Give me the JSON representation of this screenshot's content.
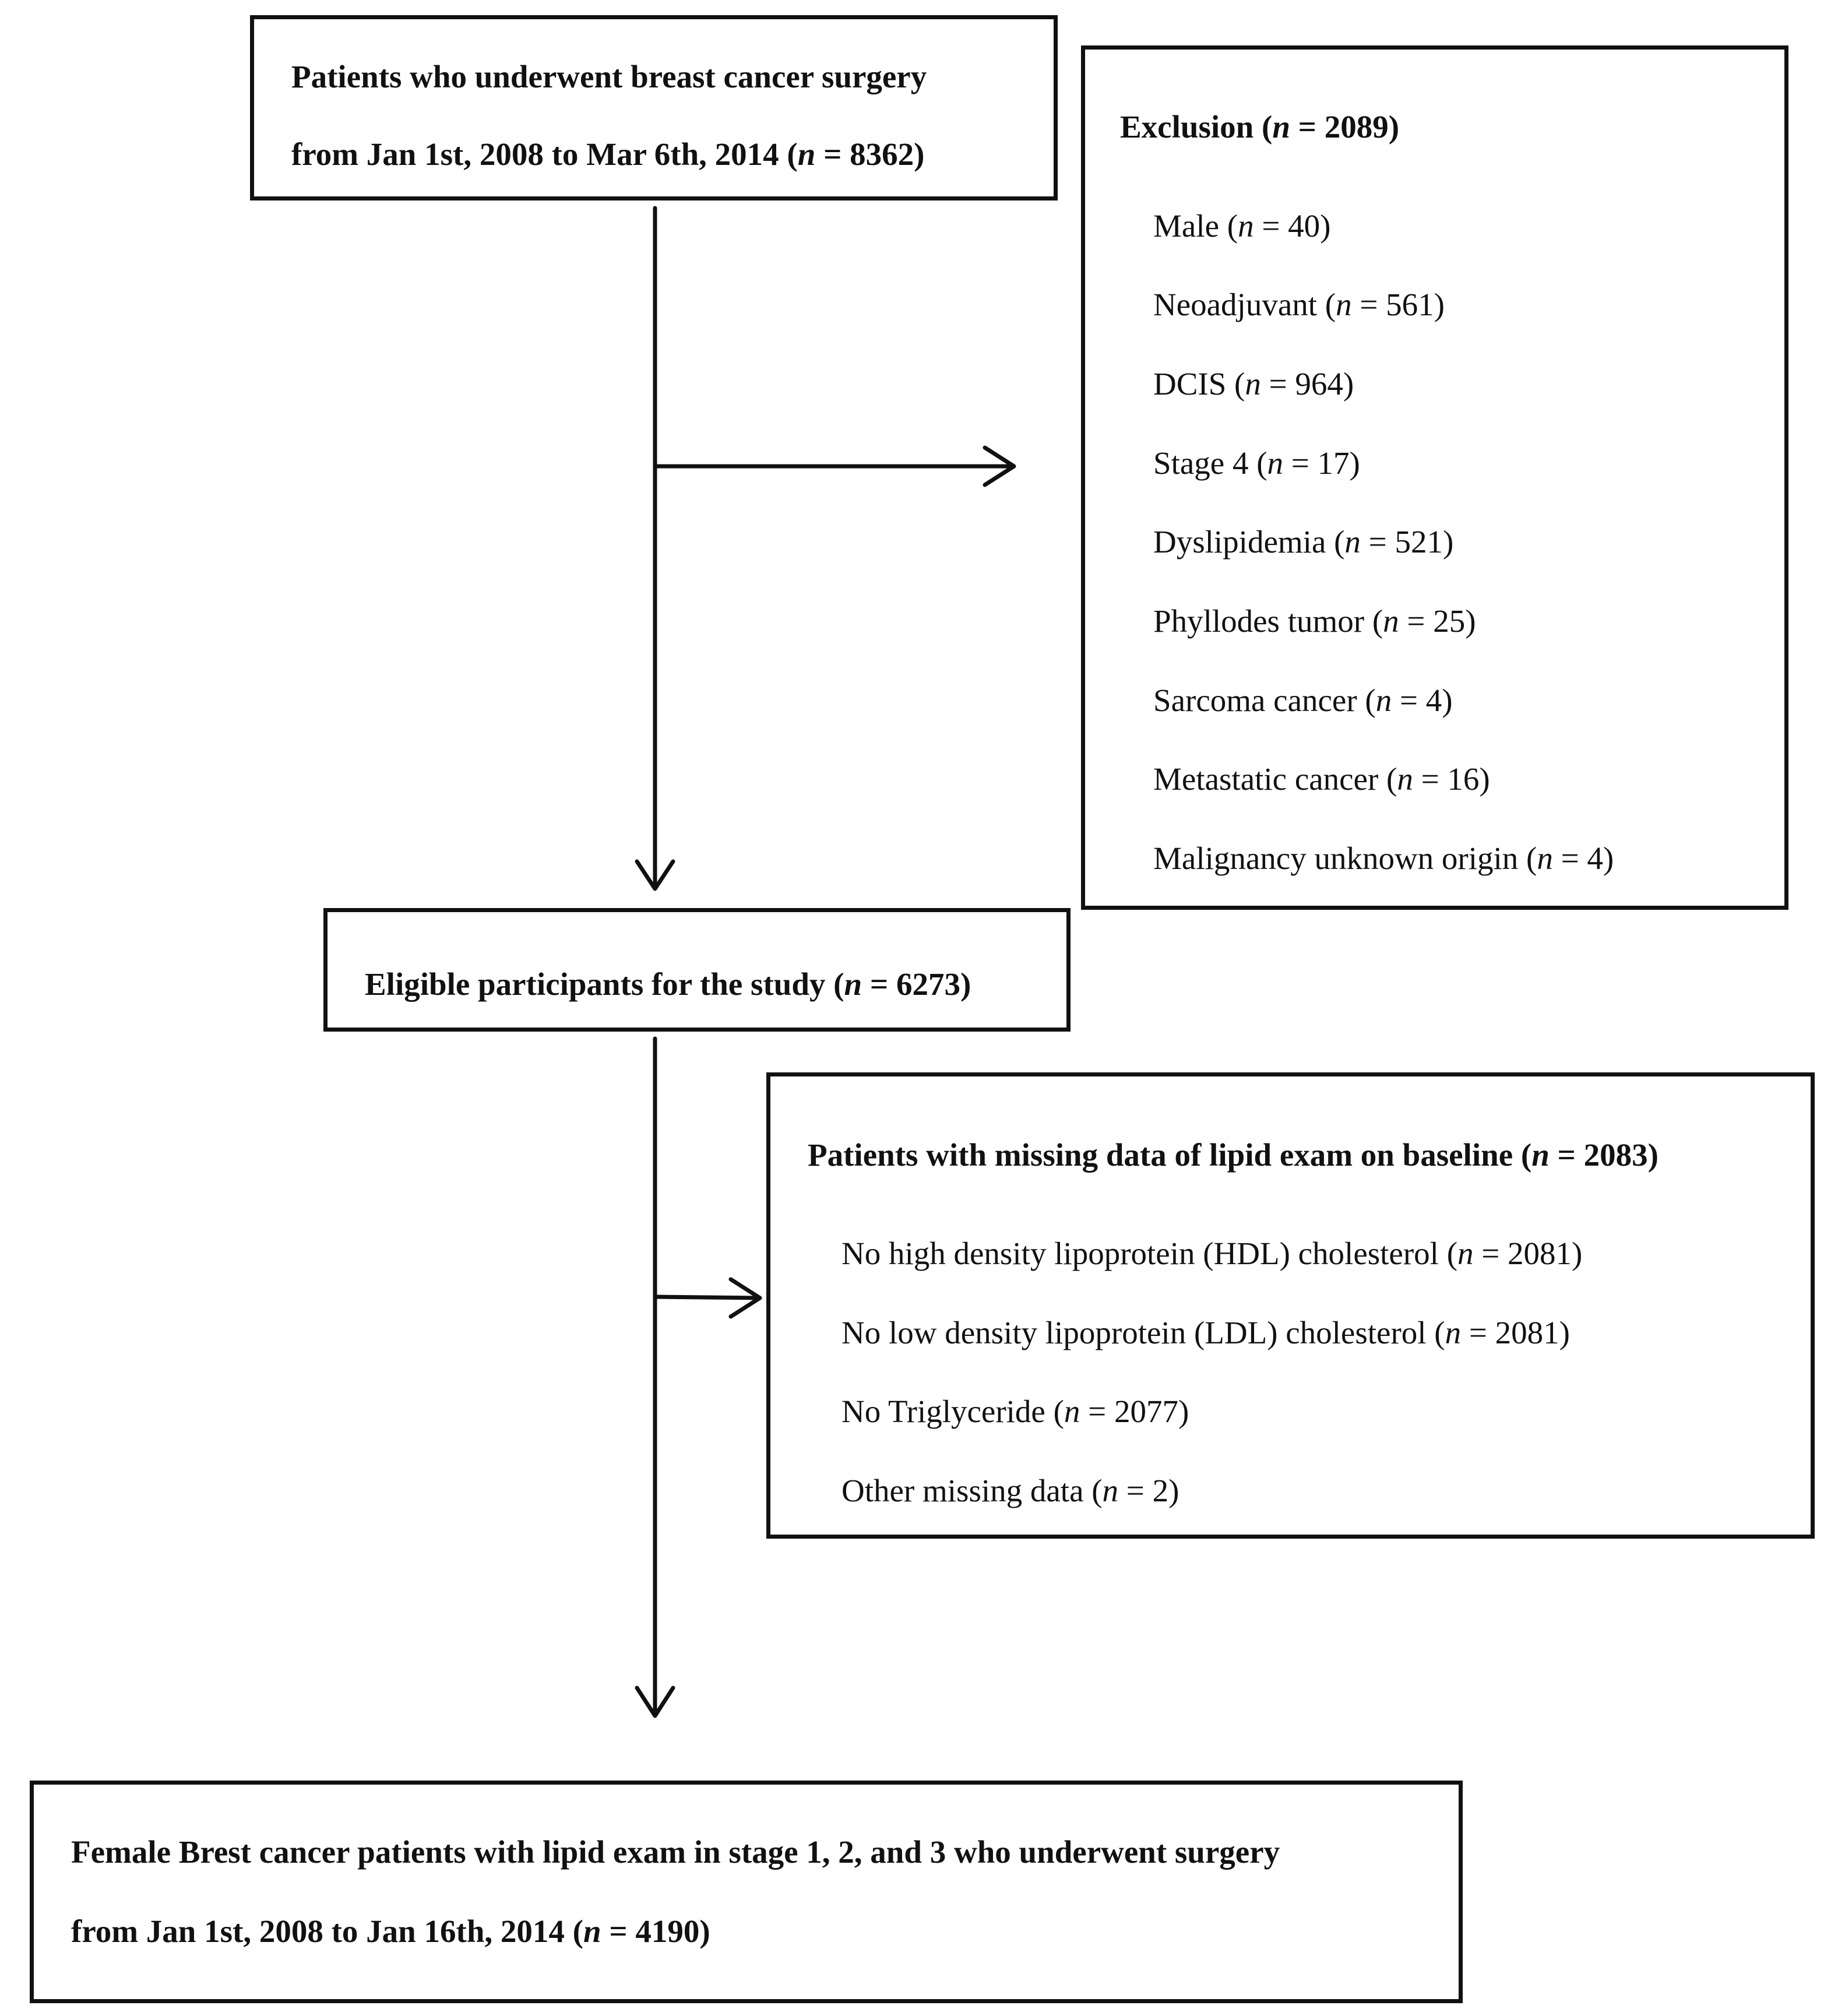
{
  "boxes": {
    "source": {
      "lines": [
        {
          "text": "Patients who underwent breast cancer surgery"
        },
        {
          "pre": "from Jan 1st, 2008 to Mar 6th, 2014 (",
          "n": "n",
          "post": " = 8362)"
        }
      ]
    },
    "exclusion": {
      "title": {
        "pre": "Exclusion (",
        "n": "n",
        "post": " = 2089)"
      },
      "items": [
        {
          "pre": "Male (",
          "n": "n",
          "post": " = 40)"
        },
        {
          "pre": "Neoadjuvant (",
          "n": "n",
          "post": " = 561)"
        },
        {
          "pre": "DCIS (",
          "n": "n",
          "post": " = 964)"
        },
        {
          "pre": "Stage 4 (",
          "n": "n",
          "post": " = 17)"
        },
        {
          "pre": "Dyslipidemia (",
          "n": "n",
          "post": " = 521)"
        },
        {
          "pre": "Phyllodes tumor (",
          "n": "n",
          "post": " = 25)"
        },
        {
          "pre": "Sarcoma cancer (",
          "n": "n",
          "post": " = 4)"
        },
        {
          "pre": "Metastatic cancer (",
          "n": "n",
          "post": " = 16)"
        },
        {
          "pre": "Malignancy unknown origin (",
          "n": "n",
          "post": " = 4)"
        }
      ]
    },
    "eligible": {
      "line": {
        "pre": "Eligible participants for the study (",
        "n": "n",
        "post": " = 6273)"
      }
    },
    "missing": {
      "title": {
        "pre": "Patients with missing data of lipid exam on baseline (",
        "n": "n",
        "post": " = 2083)"
      },
      "items": [
        {
          "pre": "No high density lipoprotein (HDL) cholesterol (",
          "n": "n",
          "post": " = 2081)"
        },
        {
          "pre": "No low density lipoprotein (LDL) cholesterol (",
          "n": "n",
          "post": " = 2081)"
        },
        {
          "pre": "No Triglyceride (",
          "n": "n",
          "post": " = 2077)"
        },
        {
          "pre": "Other missing data (",
          "n": "n",
          "post": " = 2)"
        }
      ]
    },
    "final": {
      "lines": [
        {
          "text": "Female Brest cancer patients with lipid exam in stage 1, 2, and 3 who underwent surgery"
        },
        {
          "pre": "from Jan 1st, 2008 to Jan 16th, 2014 (",
          "n": "n",
          "post": " = 4190)"
        }
      ]
    }
  }
}
